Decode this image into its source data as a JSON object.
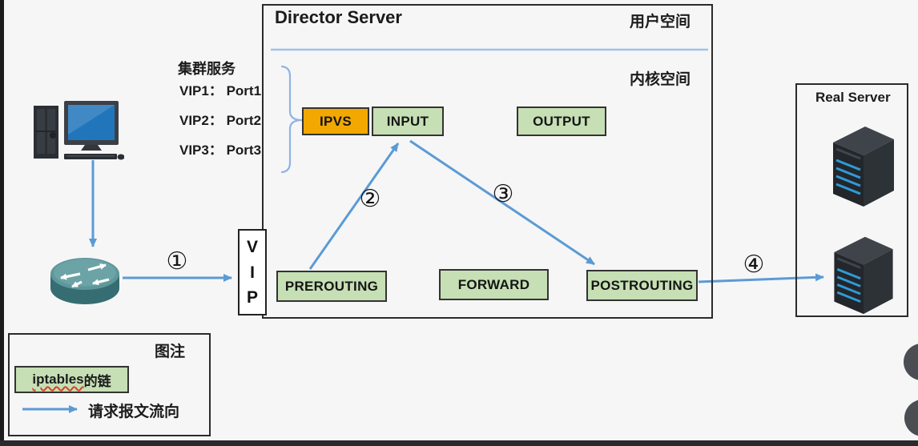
{
  "diagram": {
    "director": {
      "title": "Director Server",
      "user_space_label": "用户空间",
      "kernel_space_label": "内核空间"
    },
    "cluster_service": {
      "title": "集群服务",
      "entries": [
        "VIP1： Port1",
        "VIP2： Port2",
        "VIP3： Port3"
      ]
    },
    "ipvs_label": "IPVS",
    "chains": {
      "input": "INPUT",
      "output": "OUTPUT",
      "prerouting": "PREROUTING",
      "forward": "FORWARD",
      "postrouting": "POSTROUTING"
    },
    "vip_letters": [
      "V",
      "I",
      "P"
    ],
    "real_server": {
      "title": "Real Server"
    },
    "flow_steps": [
      "①",
      "②",
      "③",
      "④"
    ],
    "legend": {
      "title": "图注",
      "chain_sample": {
        "en": "iptables",
        "zh": "的链"
      },
      "flow_label": "请求报文流向"
    },
    "colors": {
      "chain_green": "#c6dfb4",
      "ipvs_orange": "#f2a800",
      "arrow_blue": "#5b9bd5",
      "divider_blue": "#9dc3e6",
      "box_border": "#2b2b2b"
    }
  }
}
